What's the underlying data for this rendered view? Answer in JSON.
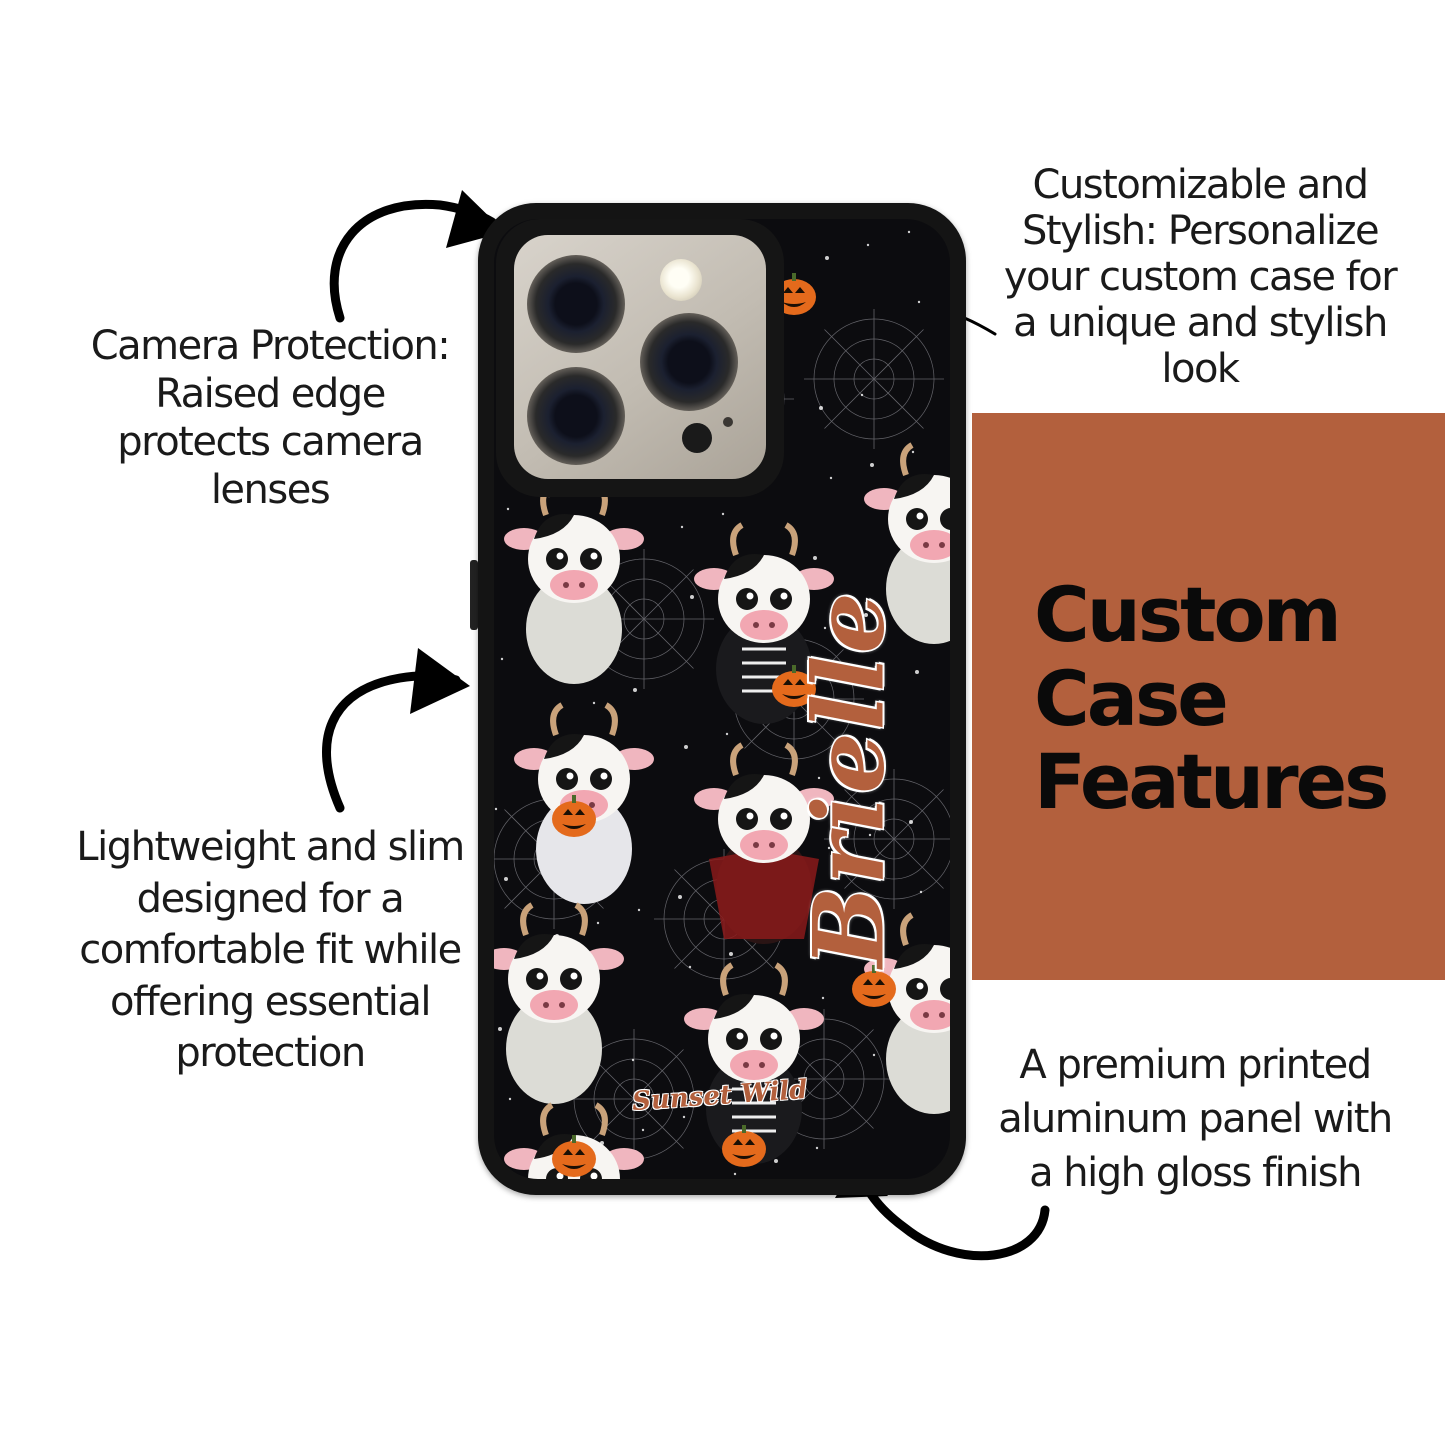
{
  "callouts": {
    "camera": {
      "lines": [
        "Camera Protection:",
        "Raised edge",
        "protects camera",
        "lenses"
      ]
    },
    "customizable": {
      "lines": [
        "Customizable and",
        "Stylish: Personalize",
        "your custom case for",
        "a unique and stylish",
        "look"
      ]
    },
    "slim": {
      "lines": [
        "Lightweight and slim",
        "designed for a",
        "comfortable fit while",
        "offering essential",
        "protection"
      ]
    },
    "panel": {
      "lines": [
        "A premium printed",
        "aluminum panel with",
        "a high gloss finish"
      ]
    }
  },
  "features": {
    "title_lines": [
      "Custom",
      "Case",
      "Features"
    ],
    "panel_color": "#b3603d"
  },
  "product": {
    "name_text": "Brielle",
    "brand_text": "Sunset Wild",
    "case_color": "#141414",
    "pattern_description_icons": [
      "cow-ghost-icon",
      "cow-skeleton-icon",
      "cow-vampire-icon",
      "cow-mummy-icon",
      "pumpkin-icon",
      "spiderweb-icon"
    ]
  },
  "colors": {
    "accent": "#b3603d",
    "text": "#1a1a1a",
    "background": "#ffffff"
  }
}
